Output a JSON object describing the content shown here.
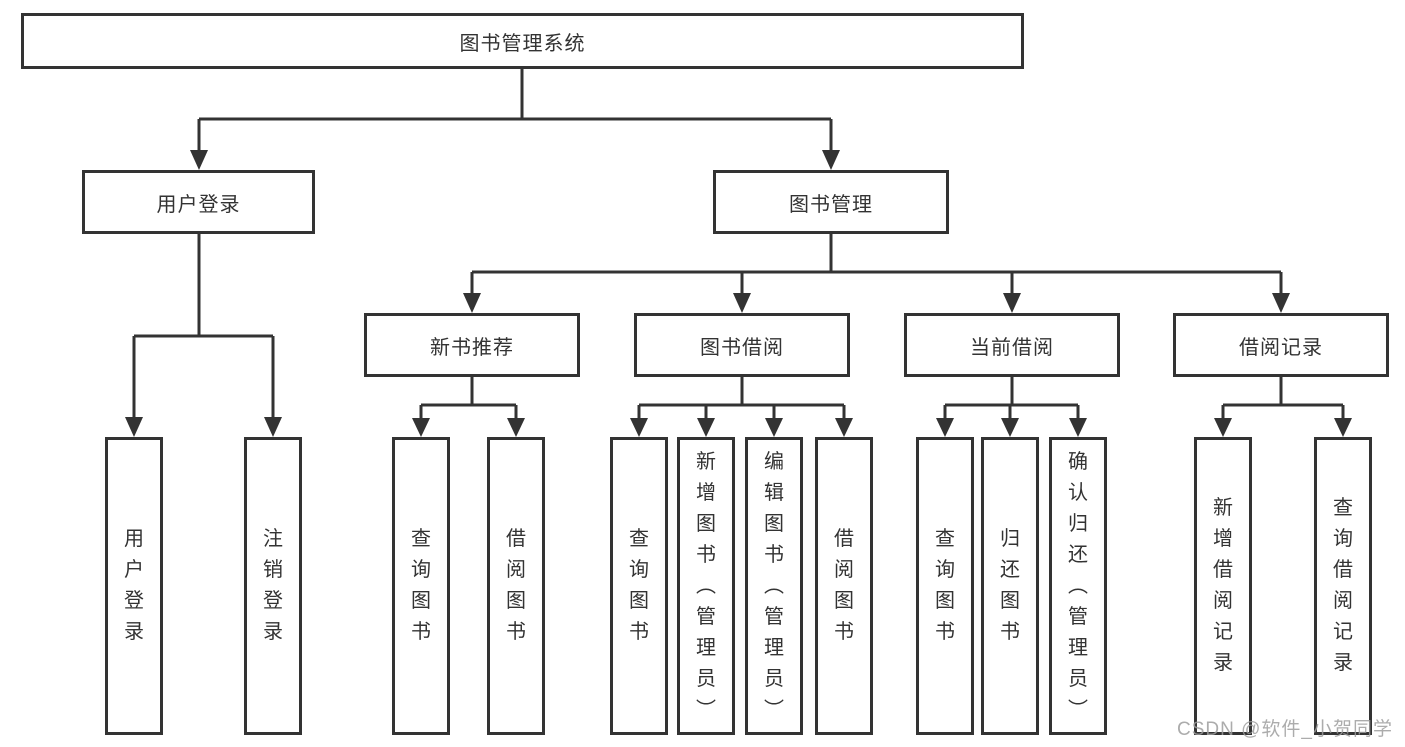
{
  "tree": {
    "root": {
      "label": "图书管理系统"
    },
    "children": [
      {
        "label": "用户登录",
        "children": [
          {
            "label": "用户登录"
          },
          {
            "label": "注销登录"
          }
        ]
      },
      {
        "label": "图书管理",
        "children": [
          {
            "label": "新书推荐",
            "children": [
              {
                "label": "查询图书"
              },
              {
                "label": "借阅图书"
              }
            ]
          },
          {
            "label": "图书借阅",
            "children": [
              {
                "label": "查询图书"
              },
              {
                "label": "新增图书（管理员）"
              },
              {
                "label": "编辑图书（管理员）"
              },
              {
                "label": "借阅图书"
              }
            ]
          },
          {
            "label": "当前借阅",
            "children": [
              {
                "label": "查询图书"
              },
              {
                "label": "归还图书"
              },
              {
                "label": "确认归还（管理员）"
              }
            ]
          },
          {
            "label": "借阅记录",
            "children": [
              {
                "label": "新增借阅记录"
              },
              {
                "label": "查询借阅记录"
              }
            ]
          }
        ]
      }
    ]
  },
  "watermark": {
    "text": "CSDN @软件_小贺同学"
  },
  "colors": {
    "line": "#333333",
    "box_border": "#333333",
    "box_background": "#ffffff",
    "text": "#333333",
    "watermark": "#9e9e9e",
    "background": "#ffffff"
  }
}
